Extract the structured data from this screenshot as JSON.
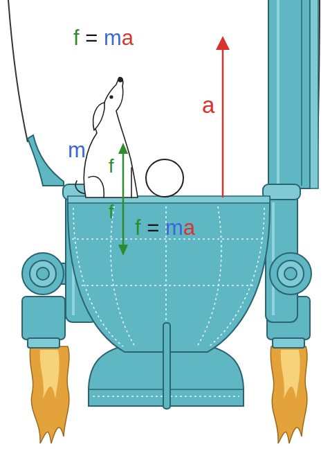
{
  "diagram": {
    "labels": [
      "f = ma",
      "a",
      "m",
      "f",
      "f",
      "f = ma"
    ]
  }
}
